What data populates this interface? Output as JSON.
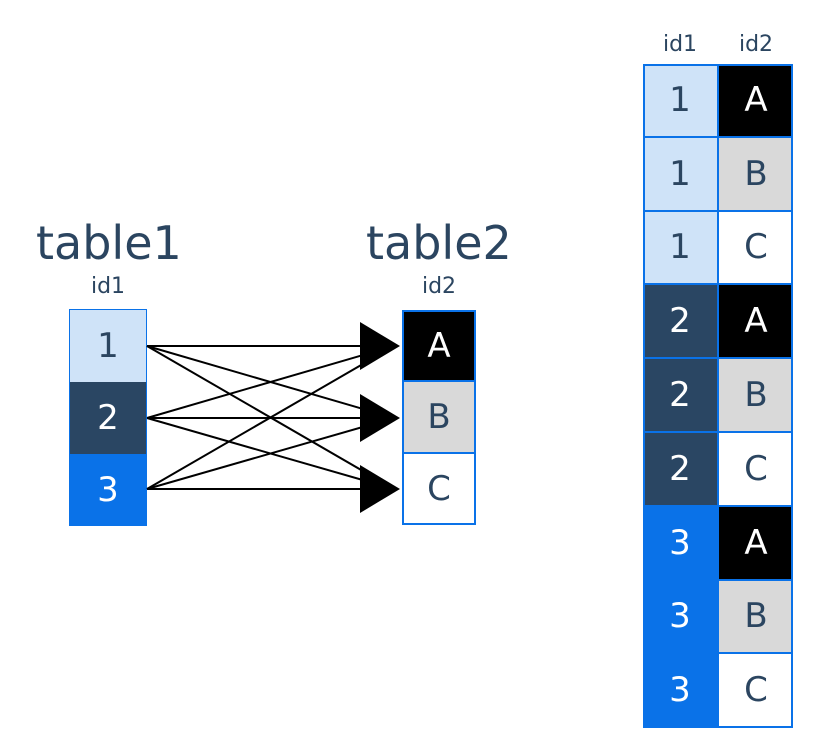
{
  "colors": {
    "light_blue": "#cfe3f8",
    "dark_navy": "#2a4663",
    "bright_blue": "#0a72e8",
    "black": "#000000",
    "grey": "#d9d9d9",
    "white": "#ffffff",
    "text_navy": "#2b4560",
    "border_blue": "#0a72e8"
  },
  "table1": {
    "title": "table1",
    "column": "id1",
    "rows": [
      "1",
      "2",
      "3"
    ]
  },
  "table2": {
    "title": "table2",
    "column": "id2",
    "rows": [
      "A",
      "B",
      "C"
    ]
  },
  "result": {
    "columns": [
      "id1",
      "id2"
    ],
    "rows": [
      {
        "id1": "1",
        "id2": "A"
      },
      {
        "id1": "1",
        "id2": "B"
      },
      {
        "id1": "1",
        "id2": "C"
      },
      {
        "id1": "2",
        "id2": "A"
      },
      {
        "id1": "2",
        "id2": "B"
      },
      {
        "id1": "2",
        "id2": "C"
      },
      {
        "id1": "3",
        "id2": "A"
      },
      {
        "id1": "3",
        "id2": "B"
      },
      {
        "id1": "3",
        "id2": "C"
      }
    ]
  }
}
